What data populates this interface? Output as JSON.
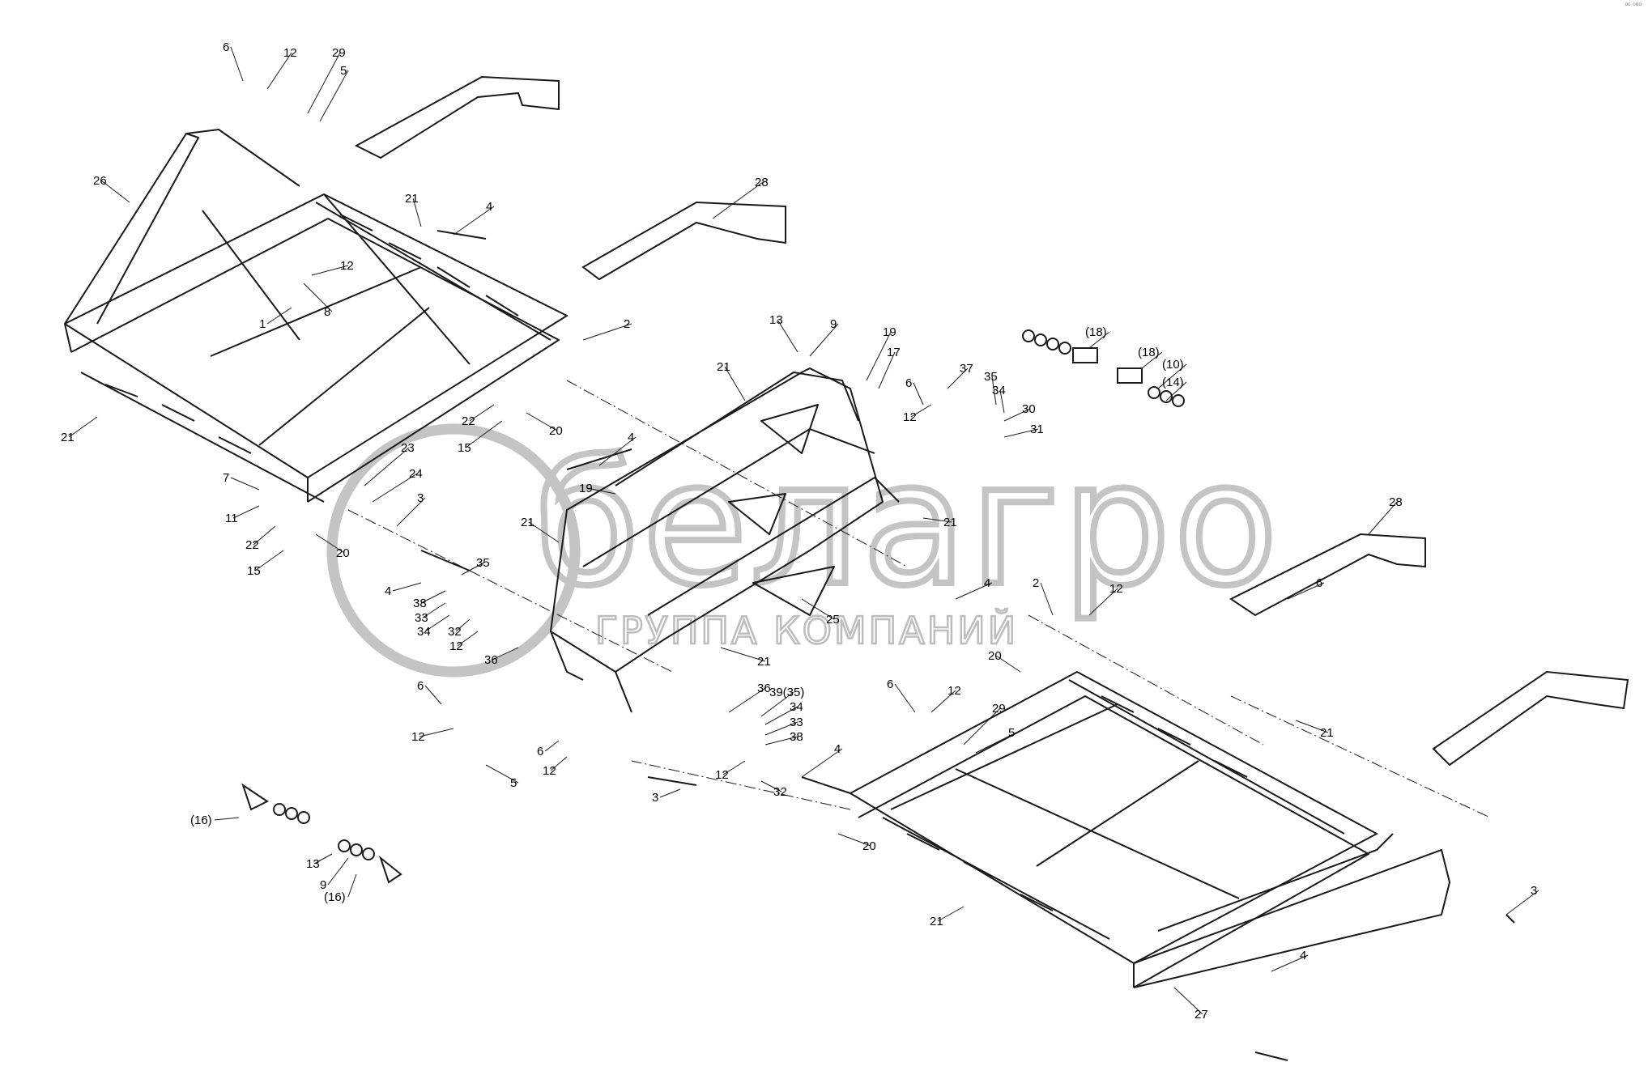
{
  "watermark": {
    "brand": "белагро",
    "tagline": "ГРУППА КОМПАНИЙ",
    "color": "#bdbdbd"
  },
  "corner_mark": "⁰⁰ ⁰⁰⁰",
  "callouts": [
    "6",
    "12",
    "29",
    "5",
    "26",
    "28",
    "21",
    "4",
    "1",
    "8",
    "2",
    "13",
    "9",
    "19",
    "17",
    "37",
    "35",
    "34",
    "30",
    "31",
    "(18)",
    "(10)",
    "(14)",
    "22",
    "15",
    "23",
    "24",
    "3",
    "7",
    "11",
    "20",
    "38",
    "33",
    "32",
    "36",
    "25",
    "39(35)",
    "27",
    "(16)"
  ],
  "line_color": "#1a1a1a"
}
